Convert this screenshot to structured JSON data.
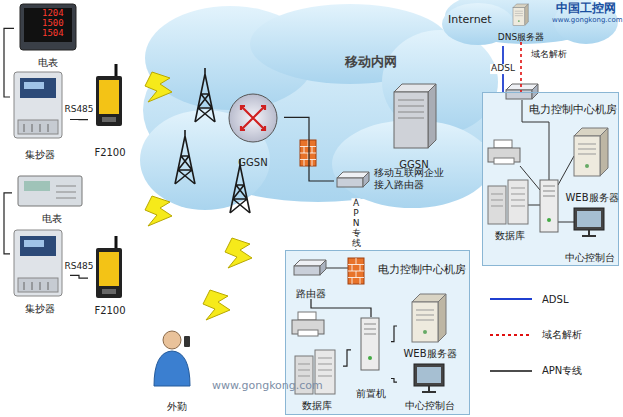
{
  "diagram": {
    "nodes": [
      {
        "text": [
          "电表"
        ]
      },
      {
        "text": [
          "集抄器"
        ]
      },
      {
        "text": [
          "F2100"
        ]
      },
      {
        "text": [
          "电表"
        ]
      },
      {
        "text": [
          "集抄器"
        ]
      },
      {
        "text": [
          "F2100"
        ]
      },
      {
        "text": [
          "移动内网"
        ]
      },
      {
        "text": [
          "GGSN"
        ],
        "in": 6
      },
      {
        "text": [
          "GGSN"
        ],
        "in": 6
      },
      {
        "text": [
          "移动互联网企业 接入路由器"
        ]
      },
      {
        "text": [
          "Internet"
        ]
      },
      {
        "text": [
          "DNS服务器"
        ],
        "in": 10
      },
      {
        "text": [
          "电力控制中心机房"
        ]
      },
      {
        "text": [
          "WEB服务器"
        ],
        "in": 12
      },
      {
        "text": [
          "数据库"
        ],
        "in": 12
      },
      {
        "text": [
          "中心控制台"
        ],
        "in": 12
      },
      {
        "text": [
          "电力控制中心机房"
        ]
      },
      {
        "text": [
          "路由器"
        ],
        "in": 16
      },
      {
        "text": [
          "WEB服务器"
        ],
        "in": 16
      },
      {
        "text": [
          "前置机"
        ],
        "in": 16
      },
      {
        "text": [
          "数据库"
        ],
        "in": 16
      },
      {
        "text": [
          "中心控制台"
        ],
        "in": 16
      },
      {
        "text": [
          "外勤"
        ]
      }
    ],
    "edges": [
      {
        "from": 0,
        "to": 1,
        "arrow": "none"
      },
      {
        "from": 1,
        "to": 2,
        "label": "RS485",
        "arrow": "none"
      },
      {
        "from": 3,
        "to": 4,
        "arrow": "none"
      },
      {
        "from": 4,
        "to": 5,
        "label": "RS485",
        "arrow": "none"
      },
      {
        "from": 7,
        "to": 9,
        "arrow": "none"
      },
      {
        "from": 9,
        "to": 16,
        "label": "APN专线",
        "arrow": "none"
      },
      {
        "from": 10,
        "to": 12,
        "label": "ADSL",
        "arrow": "none"
      },
      {
        "from": 11,
        "to": 12,
        "arrow": "none"
      },
      {
        "from": 17,
        "to": 19,
        "arrow": "none"
      },
      {
        "from": 19,
        "to": 18,
        "arrow": "none"
      },
      {
        "from": 19,
        "to": 20,
        "arrow": "none"
      },
      {
        "from": 19,
        "to": 21,
        "arrow": "none"
      }
    ],
    "labels": [
      "1204",
      "1500",
      "1504",
      "域名解析",
      "中国工控网",
      "www.gongkong.com",
      "www.gongkong.com"
    ],
    "legend": [
      {
        "text": "ADSL"
      },
      {
        "text": "域名解析"
      },
      {
        "text": "APN专线"
      }
    ]
  }
}
